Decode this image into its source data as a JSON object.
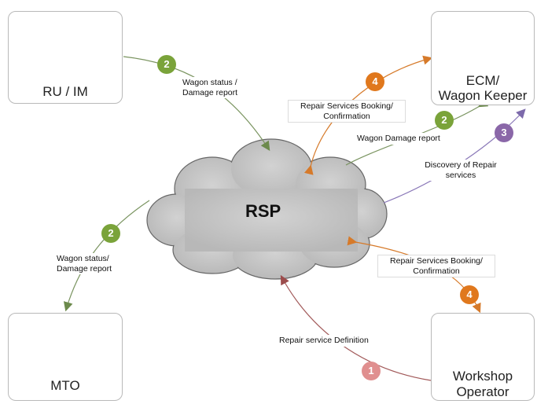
{
  "nodes": {
    "ru_im": "RU / IM",
    "ecm": [
      "ECM/",
      "Wagon Keeper"
    ],
    "mto": "MTO",
    "workshop": [
      "Workshop",
      "Operator"
    ],
    "rsp": "RSP"
  },
  "edges": {
    "ru_status": [
      "Wagon status /",
      "Damage report"
    ],
    "mto_status": [
      "Wagon status/",
      "Damage report"
    ],
    "ecm_booking": [
      "Repair Services Booking/",
      "Confirmation"
    ],
    "ecm_damage": "Wagon Damage report",
    "ecm_discovery": [
      "Discovery of Repair",
      "services"
    ],
    "ws_booking": [
      "Repair Services Booking/",
      "Confirmation"
    ],
    "ws_definition": "Repair service Definition"
  },
  "badges": {
    "ru_im": "2",
    "ecm_booking": "4",
    "ecm_damage": "2",
    "ecm_discovery": "3",
    "mto": "2",
    "ws_booking": "4",
    "ws_definition": "1"
  },
  "colors": {
    "green": "#7aa33a",
    "orange": "#e0781d",
    "purple": "#8a67a8",
    "pink": "#e08f8f",
    "blue": "#2f6fd6",
    "cloud": "#c4c4c4",
    "arrow_green": "#7a9460",
    "arrow_orange": "#d67a2a",
    "arrow_purple": "#8a78b8",
    "arrow_red": "#a25a5a"
  }
}
